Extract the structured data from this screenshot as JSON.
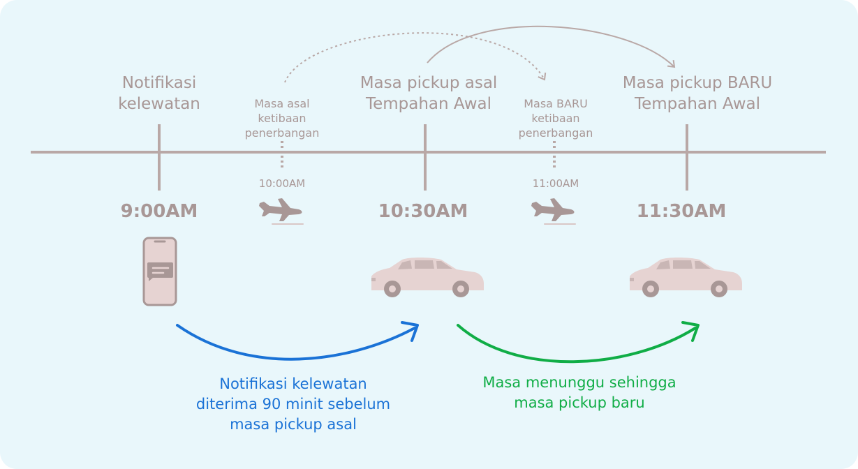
{
  "colors": {
    "background": "#e9f7fb",
    "timeline": "#b9a8a6",
    "text": "#a89796",
    "icon": "#e6d3d2",
    "blue": "#1a72d6",
    "green": "#10ad46"
  },
  "labels": {
    "notif_line1": "Notifikasi",
    "notif_line2": "kelewatan",
    "orig_pickup_line1": "Masa pickup asal",
    "orig_pickup_line2": "Tempahan Awal",
    "new_pickup_line1": "Masa pickup BARU",
    "new_pickup_line2": "Tempahan Awal",
    "orig_arrival_line1": "Masa asal",
    "orig_arrival_line2": "ketibaan",
    "orig_arrival_line3": "penerbangan",
    "new_arrival_line1": "Masa BARU",
    "new_arrival_line2": "ketibaan",
    "new_arrival_line3": "penerbangan"
  },
  "times": {
    "notif": "9:00AM",
    "orig_arrival": "10:00AM",
    "orig_pickup": "10:30AM",
    "new_arrival": "11:00AM",
    "new_pickup": "11:30AM"
  },
  "notes": {
    "blue_line1": "Notifikasi kelewatan",
    "blue_line2": "diterima 90 minit sebelum",
    "blue_line3": "masa pickup asal",
    "green_line1": "Masa menunggu sehingga",
    "green_line2": "masa pickup baru"
  },
  "icons": {
    "phone": "phone-message-icon",
    "plane": "airplane-icon",
    "car": "car-icon"
  }
}
